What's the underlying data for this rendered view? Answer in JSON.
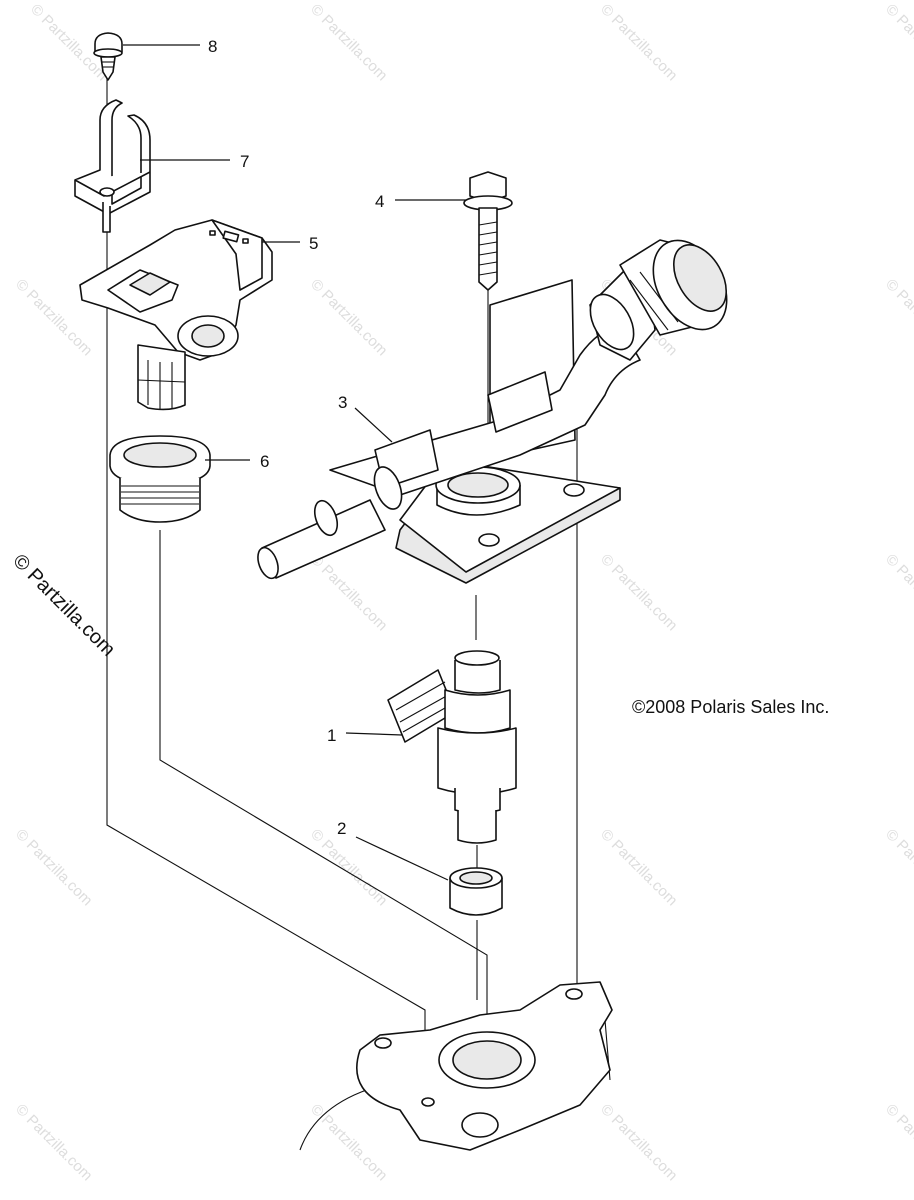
{
  "watermark": {
    "text": "© Partzilla.com"
  },
  "side_watermark": {
    "text": "© Partzilla.com"
  },
  "copyright": "©2008 Polaris Sales Inc.",
  "callouts": [
    {
      "id": "1",
      "text": "1"
    },
    {
      "id": "2",
      "text": "2"
    },
    {
      "id": "3",
      "text": "3"
    },
    {
      "id": "4",
      "text": "4"
    },
    {
      "id": "5",
      "text": "5"
    },
    {
      "id": "6",
      "text": "6"
    },
    {
      "id": "7",
      "text": "7"
    },
    {
      "id": "8",
      "text": "8"
    }
  ],
  "colors": {
    "line": "#111111",
    "watermark": "#dddddd",
    "background": "#ffffff"
  }
}
